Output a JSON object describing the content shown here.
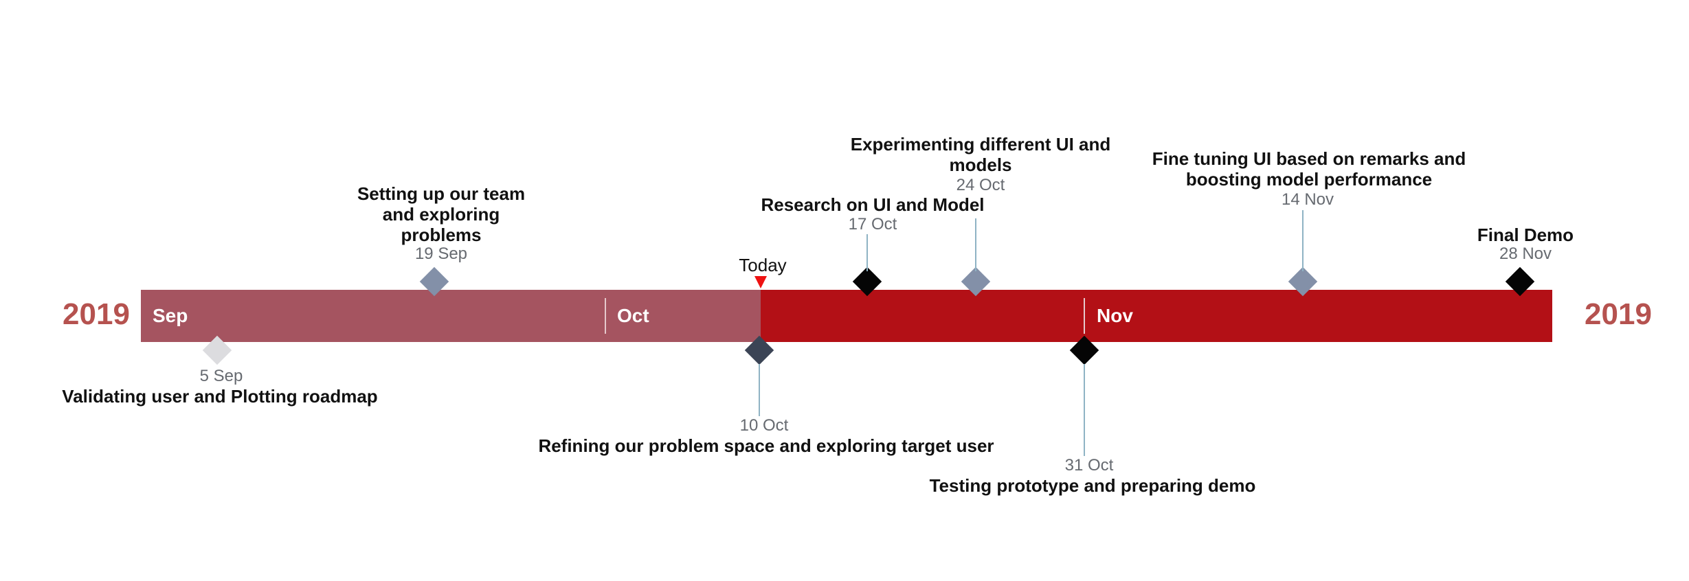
{
  "year_left": "2019",
  "year_right": "2019",
  "today_label": "Today",
  "months": [
    "Sep",
    "Oct",
    "Nov"
  ],
  "milestones": [
    {
      "date": "5 Sep",
      "title": "Validating user and Plotting roadmap",
      "style": "light"
    },
    {
      "date": "19 Sep",
      "title": "Setting up our team and exploring problems",
      "style": "slate"
    },
    {
      "date": "10 Oct",
      "title": "Refining our problem space and exploring target user",
      "style": "dark"
    },
    {
      "date": "17 Oct",
      "title": "Research on UI and Model",
      "style": "black"
    },
    {
      "date": "24 Oct",
      "title": "Experimenting different UI and models",
      "style": "slate"
    },
    {
      "date": "31 Oct",
      "title": "Testing prototype and preparing demo",
      "style": "black"
    },
    {
      "date": "14 Nov",
      "title": "Fine tuning UI based on remarks and boosting model performance",
      "style": "slate"
    },
    {
      "date": "28 Nov",
      "title": "Final Demo",
      "style": "black"
    }
  ],
  "colors": {
    "past_band": "#a55460",
    "future_band": "#b31016",
    "year_text": "#b5524f",
    "today_marker": "#e11111"
  }
}
